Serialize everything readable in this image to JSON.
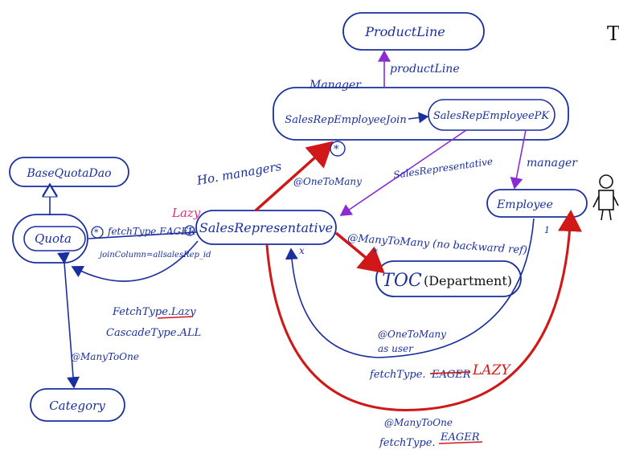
{
  "nodes": {
    "product_line": "ProductLine",
    "sales_rep_employee_join": "SalesRepEmployeeJoin",
    "sales_rep_employee_pk": "SalesRepEmployeePK",
    "base_quota_dao": "BaseQuotaDao",
    "quota": "Quota",
    "sales_representative": "SalesRepresentative",
    "employee": "Employee",
    "toc": "TOC",
    "department": "(Department)",
    "category": "Category"
  },
  "labels": {
    "corner_letter": "T",
    "manager_top": "Manager",
    "product_line_rel": "productLine",
    "manager_right": "manager",
    "sales_representative_rel": "SalesRepresentative",
    "one_to_many_top": "@OneToMany",
    "star_circle": "*",
    "ho_managers": "Ho. managers",
    "lazy_pink": "Lazy",
    "fetch_type_eager": "fetchType.EAGER",
    "circled_one": "1",
    "join_column": "joinColumn=allsalesRep_id",
    "fetch_type_lazy": "FetchType.Lazy",
    "cascade_all": "CascadeType.ALL",
    "many_to_one_left": "@ManyToOne",
    "many_to_many": "@ManyToMany (no backward ref)",
    "star_small": "*",
    "x_mark": "x",
    "one_to_many_user": "@OneToMany",
    "as_user": "as user",
    "fetch_eager_lazy_prefix": "fetchType.",
    "eager_struck": "EAGER",
    "lazy_red": "LAZY",
    "many_to_one_bottom": "@ManyToOne",
    "fetch_eager_bottom_prefix": "fetchType.",
    "eager_bottom": "EAGER",
    "one_mark": "1"
  },
  "colors": {
    "ink_blue": "#1a2f9e",
    "red": "#d01818",
    "pink": "#e0307a",
    "purple": "#8a2bd4"
  }
}
